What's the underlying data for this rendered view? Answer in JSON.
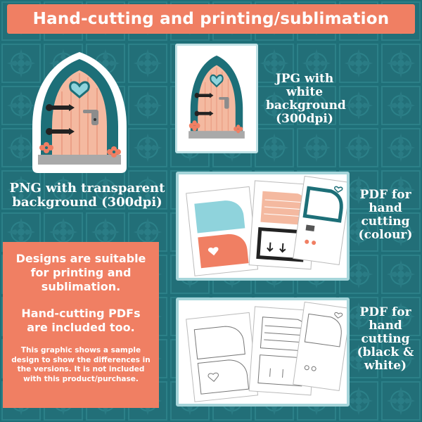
{
  "banner": {
    "title": "Hand-cutting and printing/sublimation"
  },
  "captions": {
    "png": "PNG with transparent background (300dpi)",
    "jpg": "JPG with white background (300dpi)",
    "pdf_colour": "PDF for hand cutting (colour)",
    "pdf_bw": "PDF for hand cutting (black & white)"
  },
  "info": {
    "line1": "Designs are suitable for printing and sublimation.",
    "line2": "Hand-cutting PDFs are included too.",
    "note": "This graphic shows a sample design to show the differences in the versions. It is not included with this product/purchase."
  },
  "colors": {
    "background": "#1f6f78",
    "banner": "#f07f63",
    "door_frame": "#1d6f78",
    "door_wood": "#f4b9a0",
    "heart": "#8fd3dc",
    "step": "#a9a9a9",
    "flower": "#f07f63"
  },
  "icons": [
    "fairy-door-sticker",
    "fairy-door-jpg",
    "pdf-colour-sheets",
    "pdf-bw-sheets"
  ]
}
